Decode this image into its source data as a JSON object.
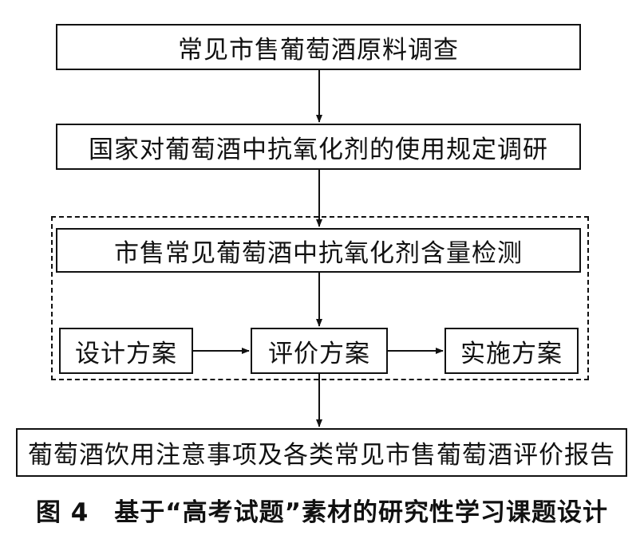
{
  "nodes": {
    "step1": "常见市售葡萄酒原料调查",
    "step2": "国家对葡萄酒中抗氧化剂的使用规定调研",
    "step3": "市售常见葡萄酒中抗氧化剂含量检测",
    "design": "设计方案",
    "evaluate": "评价方案",
    "implement": "实施方案",
    "step5": "葡萄酒饮用注意事项及各类常见市售葡萄酒评价报告"
  },
  "edges": [
    {
      "from": "step1",
      "to": "step2"
    },
    {
      "from": "step2",
      "to": "step3"
    },
    {
      "from": "step3",
      "to": "evaluate"
    },
    {
      "from": "design",
      "to": "evaluate"
    },
    {
      "from": "evaluate",
      "to": "implement"
    },
    {
      "from": "evaluate",
      "to": "step5"
    }
  ],
  "caption": "图 4　基于“高考试题”素材的研究性学习课题设计"
}
